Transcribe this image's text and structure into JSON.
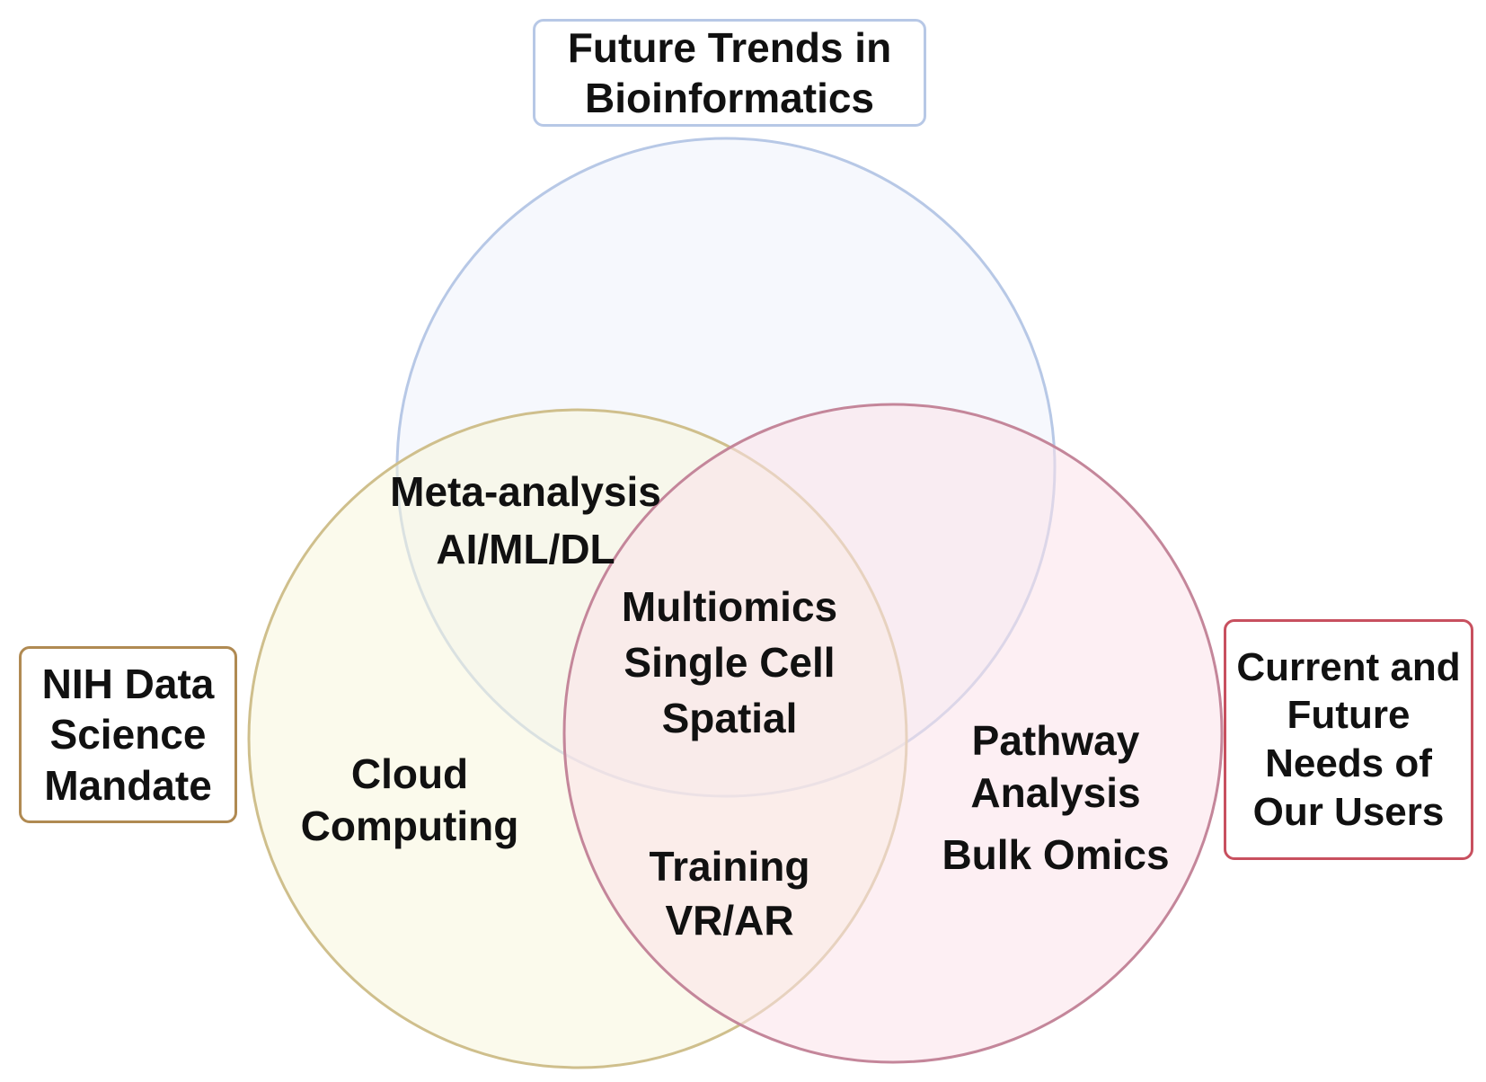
{
  "sets": {
    "top": {
      "label_lines": [
        "Future Trends in",
        "Bioinformatics"
      ],
      "stroke": "#b7c8e6",
      "fill": "#eef3fb"
    },
    "left": {
      "label_lines": [
        "NIH Data",
        "Science",
        "Mandate"
      ],
      "stroke": "#cfbf8c",
      "fill": "#f8f5dc",
      "box_border": "#b08a52"
    },
    "right": {
      "label_lines": [
        "Current and",
        "Future",
        "Needs of",
        "Our Users"
      ],
      "stroke": "#c4869a",
      "fill": "#fbe2e9",
      "box_border": "#c8505f"
    }
  },
  "regions": {
    "top_left": [
      "Meta-analysis",
      "AI/ML/DL"
    ],
    "center": [
      "Multiomics",
      "Single Cell",
      "Spatial"
    ],
    "left_only": [
      "Cloud",
      "Computing"
    ],
    "left_right": [
      "Training",
      "VR/AR"
    ],
    "right_only_a": [
      "Pathway",
      "Analysis"
    ],
    "right_only_b": [
      "Bulk Omics"
    ]
  }
}
